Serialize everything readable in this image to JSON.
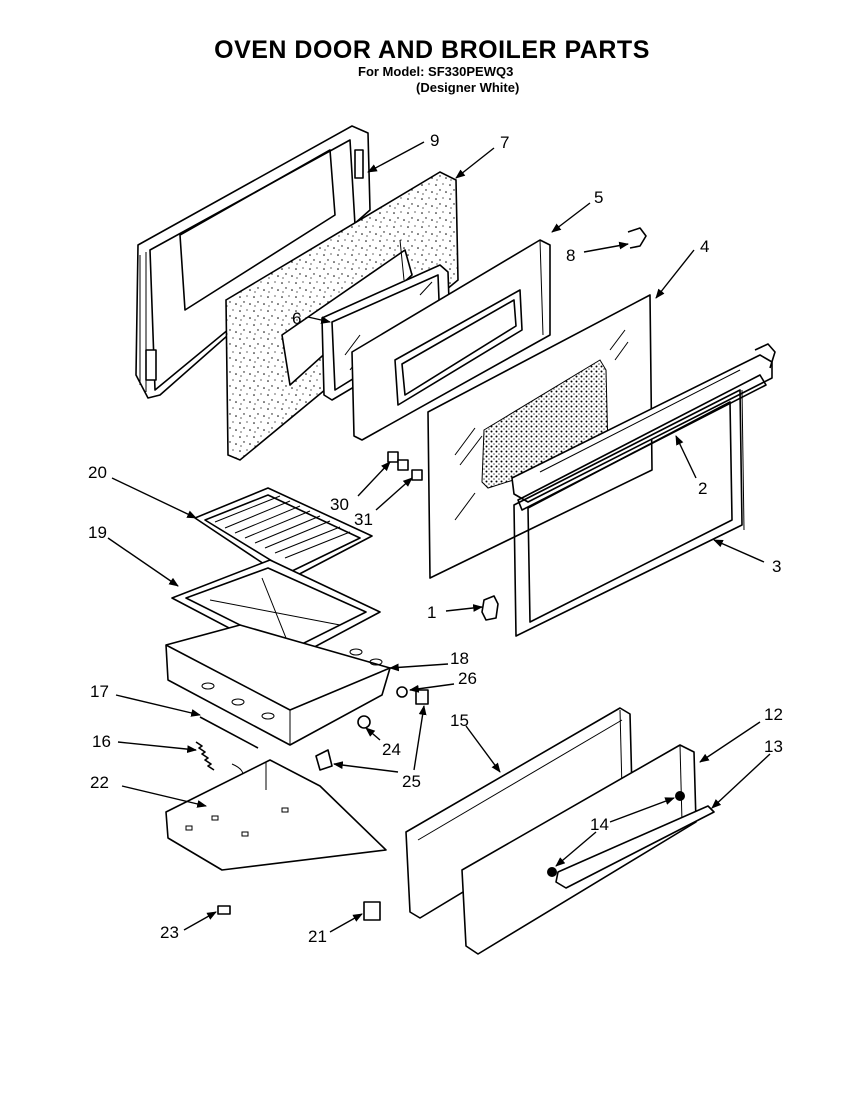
{
  "title": "OVEN DOOR AND BROILER PARTS",
  "model_line": "For Model: SF330PEWQ3",
  "color_line": "(Designer White)",
  "callouts": [
    "9",
    "7",
    "5",
    "8",
    "4",
    "6",
    "2",
    "3",
    "20",
    "30",
    "31",
    "19",
    "1",
    "18",
    "26",
    "17",
    "24",
    "16",
    "25",
    "22",
    "15",
    "12",
    "13",
    "14",
    "23",
    "21"
  ]
}
